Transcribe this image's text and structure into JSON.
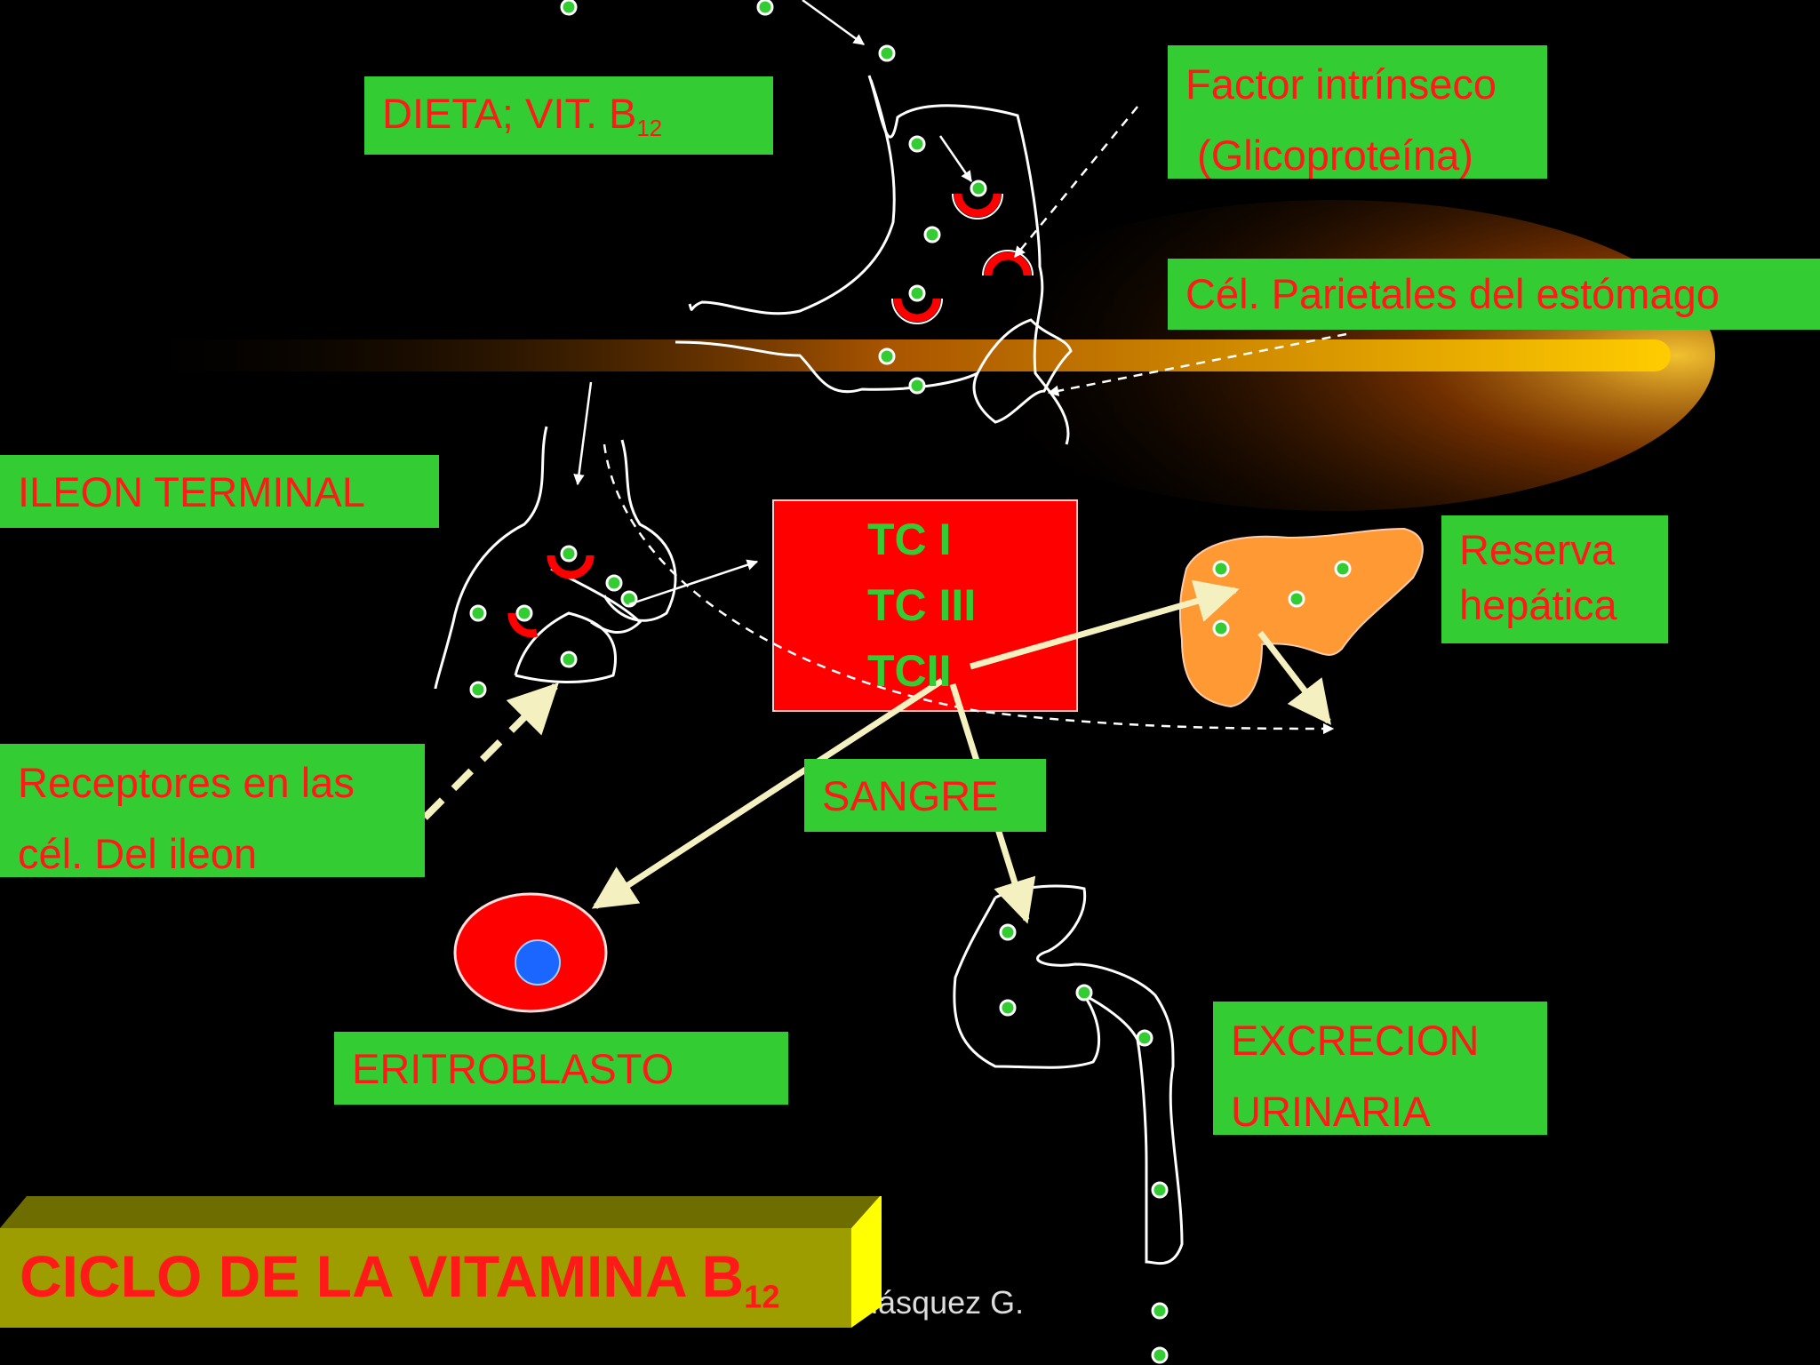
{
  "labels": {
    "dieta": "DIETA;  VIT. B",
    "dieta_sub": "12",
    "factor_line1": "Factor intrínseco",
    "factor_line2": " (Glicoproteína)",
    "parietales": "Cél. Parietales del estómago",
    "ileon": "ILEON TERMINAL",
    "reserva_line1": "Reserva",
    "reserva_line2": "hepática",
    "receptores_line1": "Receptores en las",
    "receptores_line2": "cél. Del ileon",
    "sangre": "SANGRE",
    "eritroblasto": "ERITROBLASTO",
    "excrecion_line1": "EXCRECION",
    "excrecion_line2": "URINARIA"
  },
  "transcobalamins": [
    "TC I",
    "TC III",
    "TCII"
  ],
  "title": {
    "text": "CICLO DE LA VITAMINA B",
    "sub": "12"
  },
  "footer": "elásquez G.",
  "colors": {
    "label_bg": "#33cc33",
    "label_text": "#ff1a1a",
    "blood_box": "#ff0000",
    "liver": "#ff9933",
    "nucleus": "#1a66ff",
    "b12_dot": "#33cc33",
    "arrow": "#f5f0c0"
  }
}
